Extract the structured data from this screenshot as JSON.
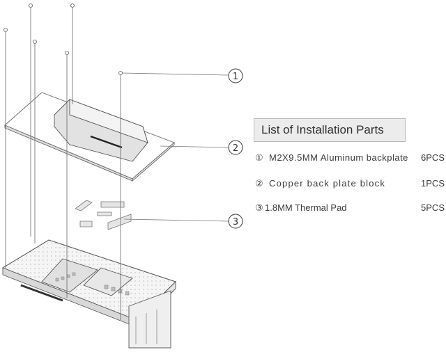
{
  "callouts": [
    "①",
    "②",
    "③"
  ],
  "parts_list": {
    "title": "List of Installation Parts",
    "items": [
      {
        "num": "①",
        "name": "M2X9.5MM Aluminum backplate",
        "qty": "6PCS"
      },
      {
        "num": "②",
        "name": "Copper back plate block",
        "qty": "1PCS"
      },
      {
        "num": "③",
        "name": "1.8MM Thermal Pad",
        "qty": "5PCS"
      }
    ]
  }
}
